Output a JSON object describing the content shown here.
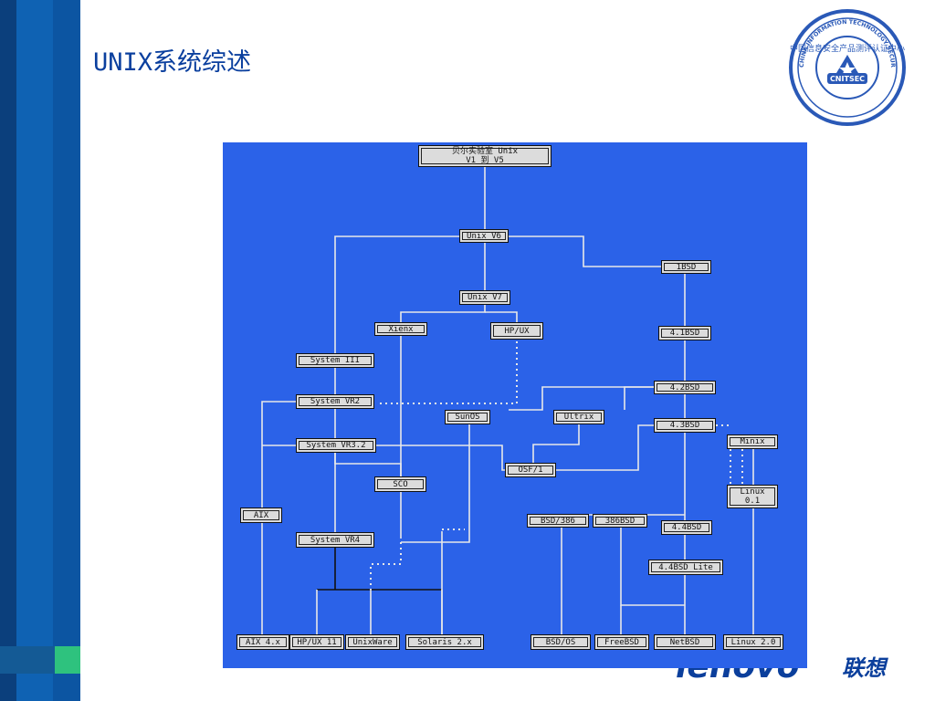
{
  "slide": {
    "title": "UNIX系统综述",
    "accent_color": "#0b5aa6",
    "title_color": "#0a3f9e"
  },
  "logo": {
    "name": "CNITSEC",
    "ring_text": "CHINA INFORMATION TECHNOLOGY SECURITY CERTIFICATION CENTER",
    "cn_text": "中国信息安全产品测评认证中心"
  },
  "brand": {
    "latin": "lenovo",
    "cn": "联想"
  },
  "diagram": {
    "background": "#2b62e8",
    "nodes": {
      "bell": "贝尔实验室 Unix\nV1 到 V5",
      "v6": "Unix V6",
      "v7": "Unix V7",
      "bsd1": "1BSD",
      "xienx": "Xienx",
      "hpux": "HP/UX",
      "bsd41": "4.1BSD",
      "sys3": "System III",
      "bsd42": "4.2BSD",
      "sysvr2": "System VR2",
      "sunos": "SunOS",
      "ultrix": "Ultrix",
      "bsd43": "4.3BSD",
      "minix": "Minix",
      "sysvr32": "System VR3.2",
      "osf1": "OSF/1",
      "sco": "SCO",
      "linux01": "Linux\n0.1",
      "aix": "AIX",
      "bsd386": "BSD/386",
      "386bsd": "386BSD",
      "bsd44": "4.4BSD",
      "sysvr4": "System VR4",
      "bsd44lite": "4.4BSD Lite",
      "aix4x": "AIX 4.x",
      "hpux11": "HP/UX 11",
      "unixware": "UnixWare",
      "solaris": "Solaris 2.x",
      "bsdos": "BSD/OS",
      "freebsd": "FreeBSD",
      "netbsd": "NetBSD",
      "linux20": "Linux 2.0"
    }
  }
}
